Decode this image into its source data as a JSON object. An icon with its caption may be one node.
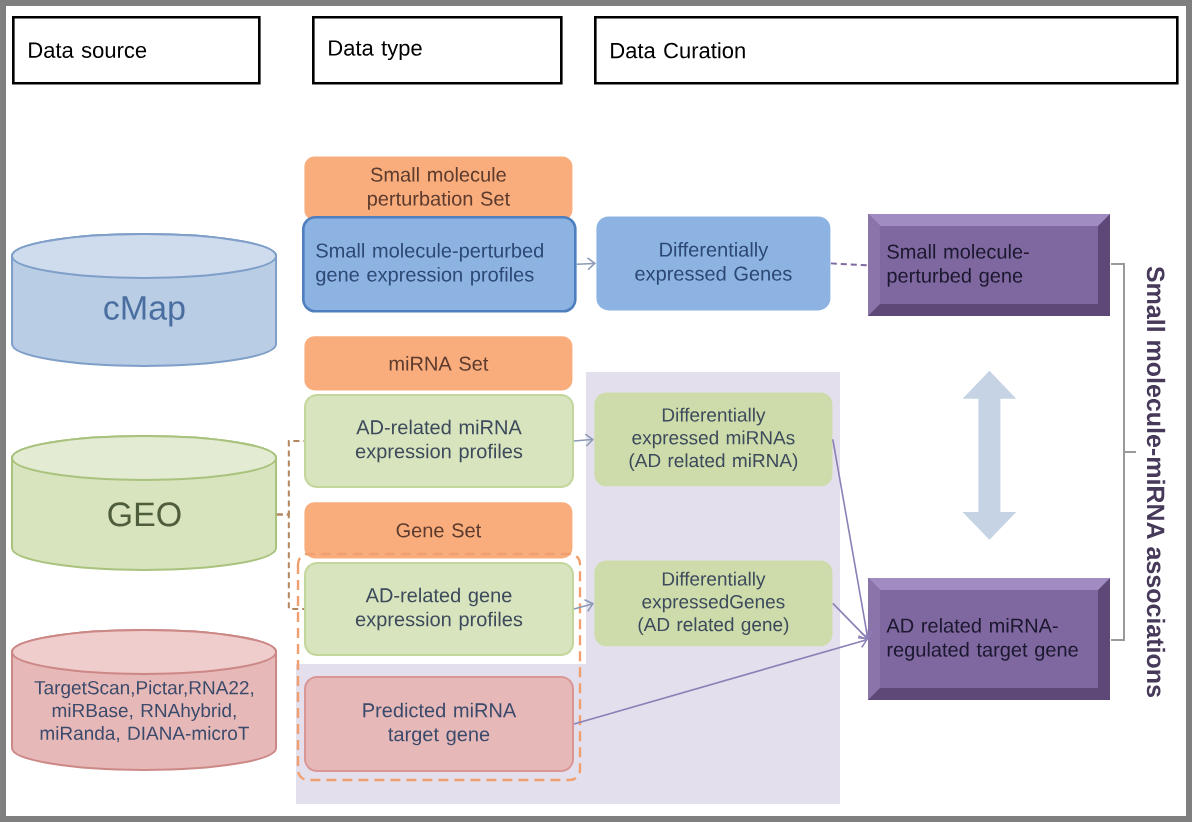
{
  "diagram": {
    "nodes": [
      {
        "text": [
          "Data source"
        ]
      },
      {
        "text": [
          "Data type"
        ]
      },
      {
        "text": [
          "Data Curation"
        ]
      },
      {
        "text": [
          "cMap"
        ]
      },
      {
        "text": [
          "Small molecule perturbation Set"
        ]
      },
      {
        "text": [
          "Small molecule-perturbed gene expression profiles"
        ]
      },
      {
        "text": [
          "Differentially expressed Genes"
        ]
      },
      {
        "text": [
          "Small molecule-perturbed gene"
        ]
      },
      {
        "text": [
          "miRNA Set"
        ]
      },
      {
        "text": [
          "GEO"
        ]
      },
      {
        "text": [
          "AD-related miRNA expression profiles"
        ]
      },
      {
        "text": [
          "Differentially expressed miRNAs (AD related miRNA)"
        ]
      },
      {
        "text": [
          "Gene Set"
        ]
      },
      {
        "text": [
          "AD-related gene expression profiles"
        ]
      },
      {
        "text": [
          "Differentially expressedGenes (AD related gene)"
        ]
      },
      {
        "text": [
          "AD related miRNA-regulated target gene"
        ]
      },
      {
        "text": [
          "TargetScan,Pictar,RNA22, miRBase, RNAhybrid, miRanda, DIANA-microT"
        ]
      },
      {
        "text": [
          "Predicted miRNA target gene"
        ]
      }
    ],
    "edges": [
      {
        "from": 5,
        "to": 6,
        "arrow": "to"
      },
      {
        "from": 6,
        "to": 7,
        "arrow": "none",
        "style": "dashed",
        "color": "#7e6a9e"
      },
      {
        "from": 9,
        "to": 10,
        "arrow": "none",
        "style": "dashed",
        "color": "#b4875f"
      },
      {
        "from": 9,
        "to": 13,
        "arrow": "none",
        "style": "dashed",
        "color": "#b4875f"
      },
      {
        "from": 10,
        "to": 11,
        "arrow": "to"
      },
      {
        "from": 13,
        "to": 14,
        "arrow": "to"
      },
      {
        "from": 11,
        "to": 15,
        "arrow": "to",
        "color": "#8c7fb6"
      },
      {
        "from": 14,
        "to": 15,
        "arrow": "to",
        "color": "#8c7fb6"
      },
      {
        "from": 17,
        "to": 15,
        "arrow": "to",
        "color": "#8c7fb6"
      },
      {
        "from": 7,
        "to": 15,
        "arrow": "both",
        "style": "thick",
        "color": "#c5d3e5"
      }
    ],
    "labels": [
      "Small molecule-miRNA associations"
    ]
  }
}
